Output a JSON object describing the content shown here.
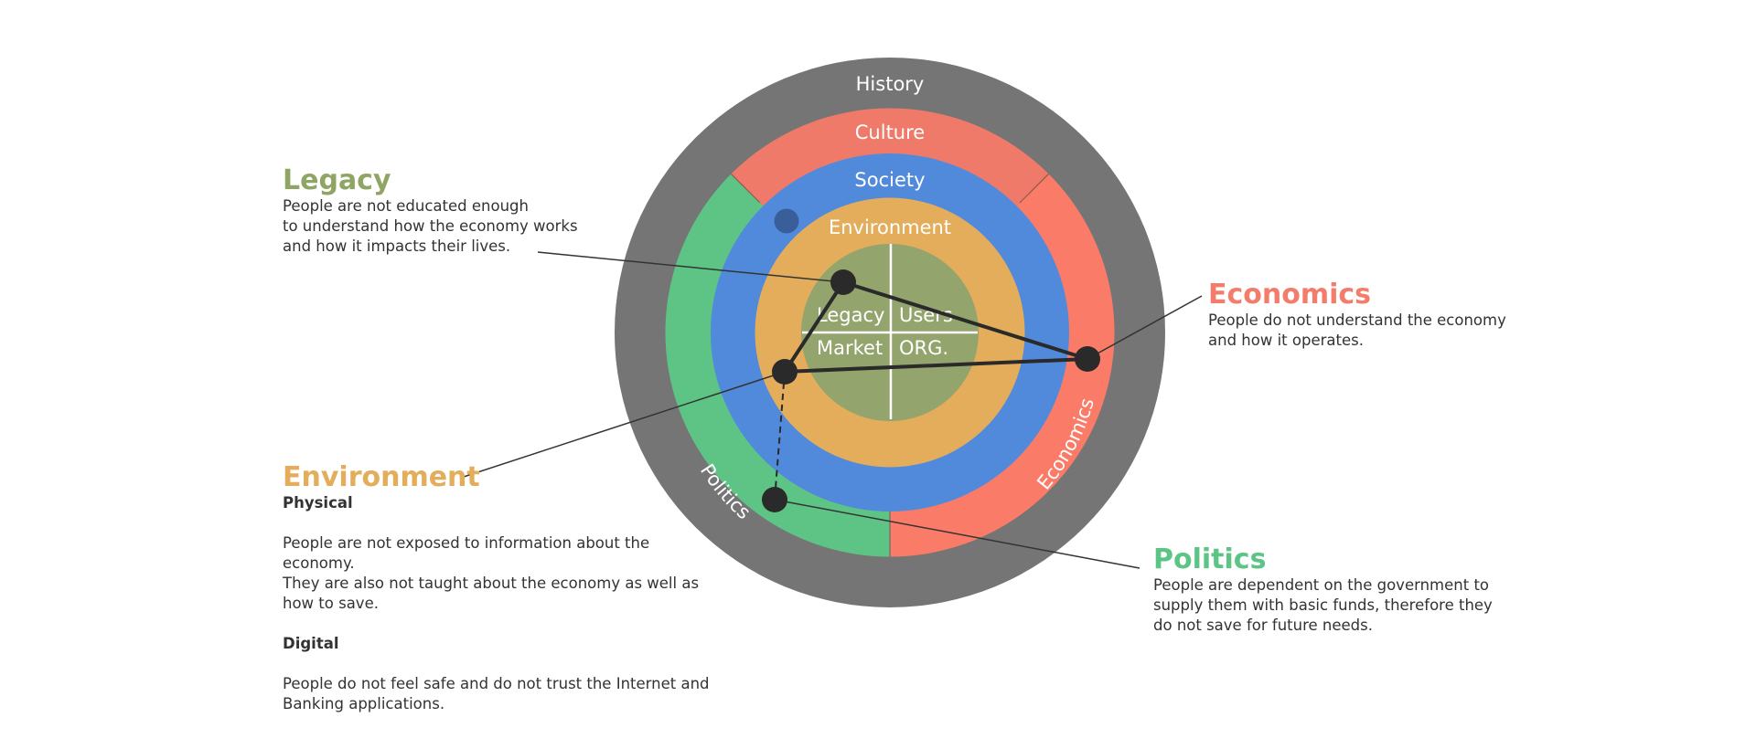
{
  "rings": {
    "history": "History",
    "culture": "Culture",
    "society": "Society",
    "environment": "Environment",
    "politics": "Politics",
    "economics": "Economics"
  },
  "quadrants": {
    "legacy": "Legacy",
    "users": "Users",
    "market": "Market",
    "org": "ORG."
  },
  "colors": {
    "history": "#757575",
    "culture": "#F07A6A",
    "economics": "#FB7B69",
    "politics": "#5EC486",
    "society": "#528ADB",
    "environment": "#E3AD5B",
    "core": "#93A46D",
    "legacy_title": "#8FA564",
    "economics_title": "#F47C6A",
    "environment_title": "#E3AD5B",
    "politics_title": "#5CC485",
    "node": "#2a2a2a",
    "marker": "#3A5E9A"
  },
  "notes": {
    "legacy": {
      "title": "Legacy",
      "text": "People are not educated enough\nto understand how the economy works\nand how it impacts their lives."
    },
    "economics": {
      "title": "Economics",
      "text": "People do not understand the economy\nand how it operates."
    },
    "environment": {
      "title": "Environment",
      "sub1": "Physical",
      "text1": "People are not exposed to information about the economy.\nThey are also not taught about the economy as well as\nhow to save.",
      "sub2": "Digital",
      "text2": "People do not feel safe and do not trust the Internet and\nBanking applications."
    },
    "politics": {
      "title": "Politics",
      "text": "People are dependent on the government to\nsupply them with basic funds, therefore they\ndo not save for future needs."
    }
  }
}
